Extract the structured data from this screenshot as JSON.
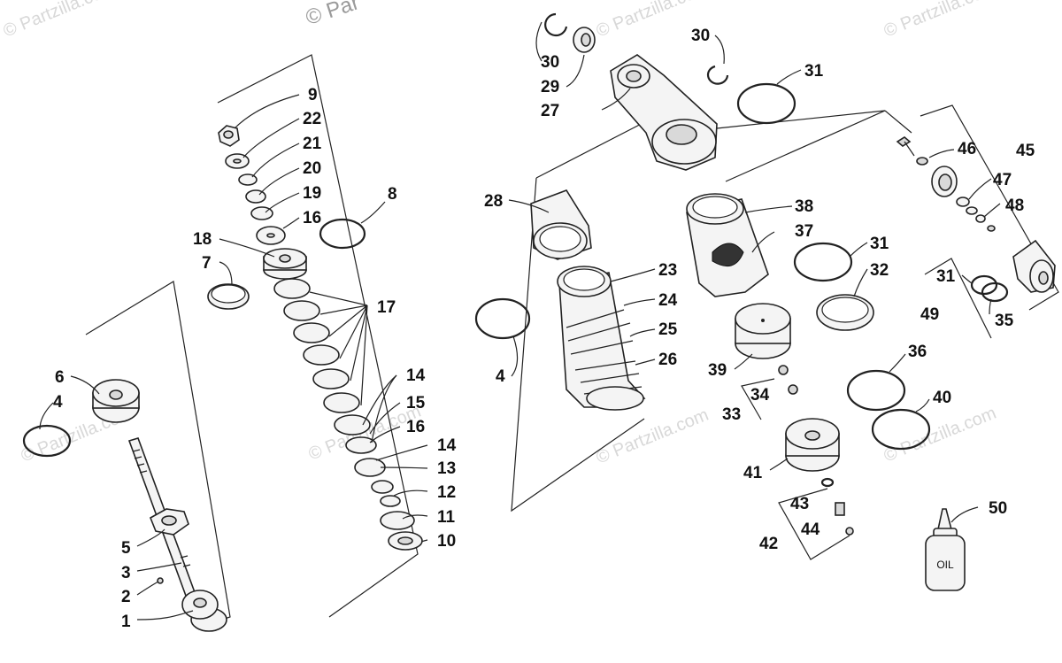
{
  "watermark": {
    "text": "© Partzilla.com",
    "top_text": "© Par"
  },
  "bottle_label": "OIL",
  "callouts": [
    {
      "id": "c1",
      "text": "1"
    },
    {
      "id": "c2",
      "text": "2"
    },
    {
      "id": "c3",
      "text": "3"
    },
    {
      "id": "c4a",
      "text": "4"
    },
    {
      "id": "c5",
      "text": "5"
    },
    {
      "id": "c6",
      "text": "6"
    },
    {
      "id": "c7",
      "text": "7"
    },
    {
      "id": "c8",
      "text": "8"
    },
    {
      "id": "c9",
      "text": "9"
    },
    {
      "id": "c10",
      "text": "10"
    },
    {
      "id": "c11",
      "text": "11"
    },
    {
      "id": "c12",
      "text": "12"
    },
    {
      "id": "c13",
      "text": "13"
    },
    {
      "id": "c14a",
      "text": "14"
    },
    {
      "id": "c14b",
      "text": "14"
    },
    {
      "id": "c15",
      "text": "15"
    },
    {
      "id": "c16a",
      "text": "16"
    },
    {
      "id": "c16b",
      "text": "16"
    },
    {
      "id": "c17",
      "text": "17"
    },
    {
      "id": "c18",
      "text": "18"
    },
    {
      "id": "c19",
      "text": "19"
    },
    {
      "id": "c20",
      "text": "20"
    },
    {
      "id": "c21",
      "text": "21"
    },
    {
      "id": "c22",
      "text": "22"
    },
    {
      "id": "c23",
      "text": "23"
    },
    {
      "id": "c24",
      "text": "24"
    },
    {
      "id": "c25",
      "text": "25"
    },
    {
      "id": "c26",
      "text": "26"
    },
    {
      "id": "c27",
      "text": "27"
    },
    {
      "id": "c28",
      "text": "28"
    },
    {
      "id": "c29",
      "text": "29"
    },
    {
      "id": "c30a",
      "text": "30"
    },
    {
      "id": "c30b",
      "text": "30"
    },
    {
      "id": "c31a",
      "text": "31"
    },
    {
      "id": "c31b",
      "text": "31"
    },
    {
      "id": "c31c",
      "text": "31"
    },
    {
      "id": "c32",
      "text": "32"
    },
    {
      "id": "c33",
      "text": "33"
    },
    {
      "id": "c34",
      "text": "34"
    },
    {
      "id": "c35",
      "text": "35"
    },
    {
      "id": "c36",
      "text": "36"
    },
    {
      "id": "c37",
      "text": "37"
    },
    {
      "id": "c38",
      "text": "38"
    },
    {
      "id": "c39",
      "text": "39"
    },
    {
      "id": "c4b",
      "text": "4"
    },
    {
      "id": "c40",
      "text": "40"
    },
    {
      "id": "c41",
      "text": "41"
    },
    {
      "id": "c42",
      "text": "42"
    },
    {
      "id": "c43",
      "text": "43"
    },
    {
      "id": "c44",
      "text": "44"
    },
    {
      "id": "c45",
      "text": "45"
    },
    {
      "id": "c46",
      "text": "46"
    },
    {
      "id": "c47",
      "text": "47"
    },
    {
      "id": "c48",
      "text": "48"
    },
    {
      "id": "c49",
      "text": "49"
    },
    {
      "id": "c50",
      "text": "50"
    }
  ]
}
